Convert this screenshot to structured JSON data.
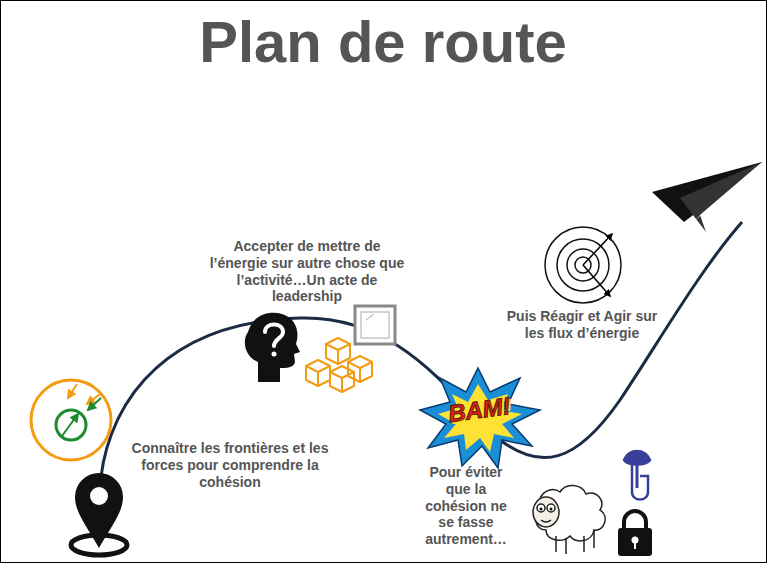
{
  "diagram": {
    "title": "Plan de route",
    "labels": [
      "Connaître les frontières et les forces pour comprendre la cohésion",
      "Accepter de mettre de l’énergie sur autre chose que l’activité…Un acte de leadership",
      "BAM!",
      "Pour éviter que la cohésion ne se fasse autrement…",
      "Puis Réagir et Agir sur les flux d’énergie"
    ]
  }
}
